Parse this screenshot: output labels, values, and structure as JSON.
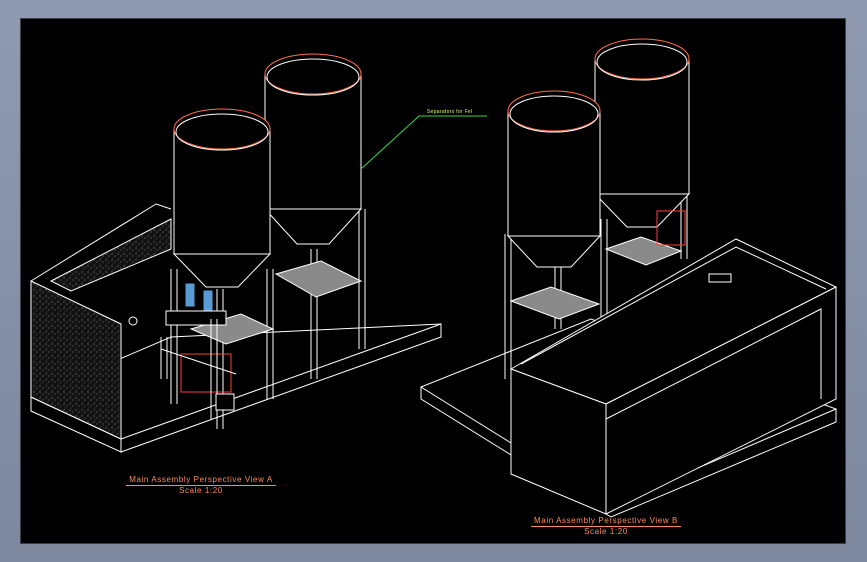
{
  "drawing": {
    "view_a": {
      "title": "Main Assembly Perspective View A",
      "scale": "Scale 1:20"
    },
    "view_b": {
      "title": "Main Assembly Perspective View B",
      "scale": "Scale 1:20"
    },
    "callout_label": "Separators for Fel"
  },
  "colors": {
    "background": "#000000",
    "lines": "#ffffff",
    "silo_rim": "#ff6a4a",
    "title_text": "#ff8a5c",
    "callout_line": "#3cd63c",
    "callout_text": "#d8ff6a",
    "platform": "#8a8a8a",
    "pump_blue": "#5b9bd5",
    "pipe_red": "#ff3a3a"
  }
}
